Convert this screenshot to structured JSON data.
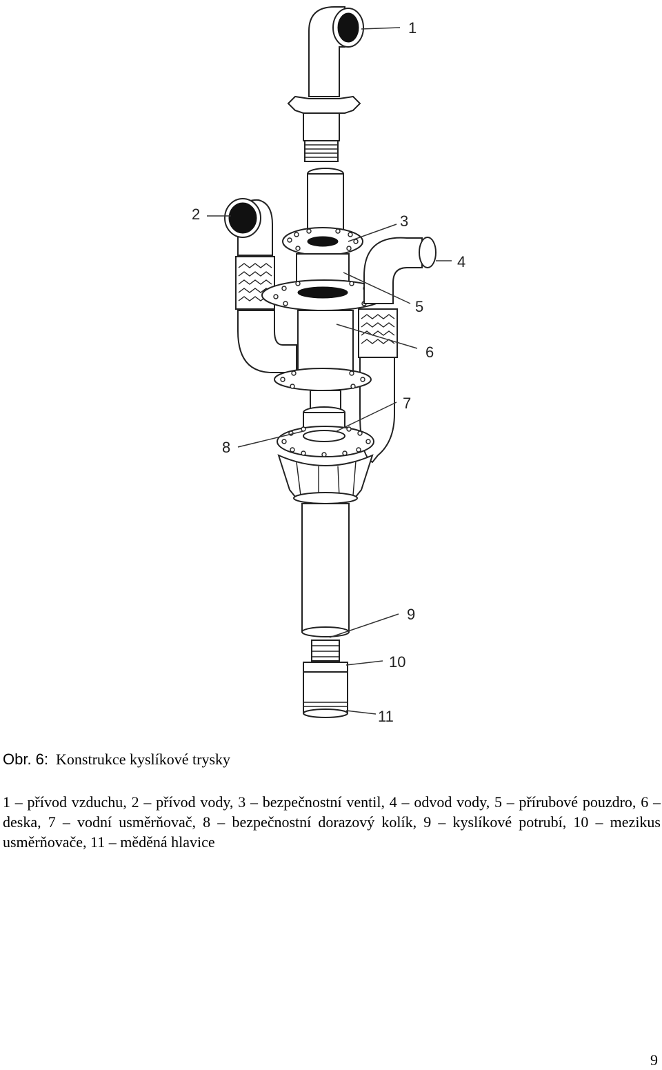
{
  "figure": {
    "callouts": [
      "1",
      "2",
      "3",
      "4",
      "5",
      "6",
      "7",
      "8",
      "9",
      "10",
      "11"
    ]
  },
  "caption": {
    "label": "Obr. 6:",
    "text": "Konstrukce kyslíkové trysky"
  },
  "legend": "1 – přívod vzduchu, 2 – přívod vody, 3 – bezpečnostní ventil, 4 – odvod vody, 5 – přírubové pouzdro, 6 – deska, 7 – vodní usměrňovač, 8 – bezpečnostní dorazový kolík, 9 – kyslíkové potrubí, 10 – mezikus usměrňovače, 11 – měděná hlavice",
  "page_number": "9"
}
